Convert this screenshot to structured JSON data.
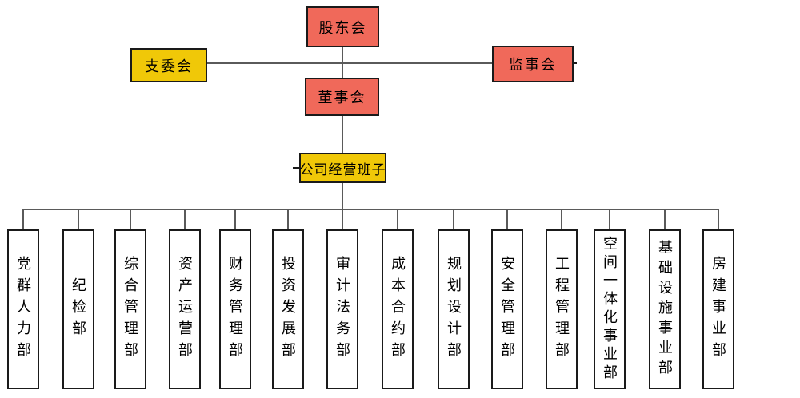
{
  "org": {
    "shareholders": {
      "label": "股东会"
    },
    "branch_committee": {
      "label": "支委会"
    },
    "supervisory_board": {
      "label": "监事会"
    },
    "board_of_directors": {
      "label": "董事会"
    },
    "management_team": {
      "label": "公司经营班子"
    },
    "departments": [
      {
        "label": "党群人力部"
      },
      {
        "label": "纪检部"
      },
      {
        "label": "综合管理部"
      },
      {
        "label": "资产运营部"
      },
      {
        "label": "财务管理部"
      },
      {
        "label": "投资发展部"
      },
      {
        "label": "审计法务部"
      },
      {
        "label": "成本合约部"
      },
      {
        "label": "规划设计部"
      },
      {
        "label": "安全管理部"
      },
      {
        "label": "工程管理部"
      },
      {
        "label": "空间一体化事业部"
      },
      {
        "label": "基础设施事业部"
      },
      {
        "label": "房建事业部"
      }
    ],
    "colors": {
      "red": "#f0695a",
      "yellow": "#f0c808",
      "line": "#5a5a5a",
      "border": "#1a1a1a",
      "dept-fill": "#ffffff"
    }
  }
}
